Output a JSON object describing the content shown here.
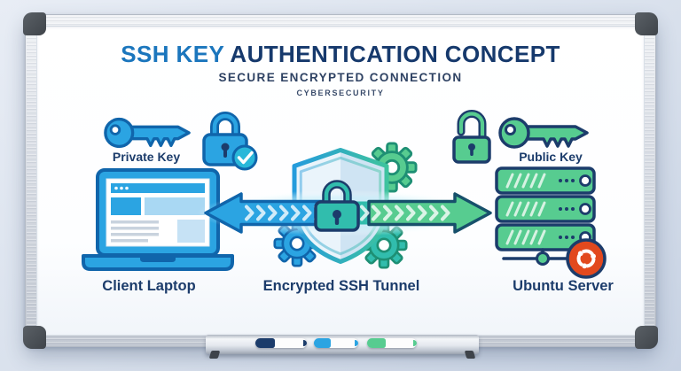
{
  "board": {
    "title_highlight": "SSH KEY",
    "title_rest": "AUTHENTICATION CONCEPT",
    "subtitle": "SECURE ENCRYPTED CONNECTION",
    "tagline": "CYBERSECURITY"
  },
  "client": {
    "key_label": "Private Key",
    "label": "Client Laptop"
  },
  "tunnel": {
    "label": "Encrypted SSH Tunnel"
  },
  "server": {
    "key_label": "Public Key",
    "label": "Ubuntu Server"
  },
  "icons": {
    "private_key": "key-icon",
    "verified_lock": "padlock-check-icon",
    "client_laptop": "laptop-icon",
    "shield": "shield-icon",
    "tunnel_lock": "padlock-icon",
    "gears": [
      "gear-icon",
      "gear-icon",
      "gear-icon"
    ],
    "tunnel_left_arrow": "arrow-left-icon",
    "tunnel_right_arrow": "arrow-right-icon",
    "open_lock": "unlocked-padlock-icon",
    "public_key": "key-icon",
    "server_stack": "server-rack-icon",
    "ubuntu": "ubuntu-logo-icon"
  },
  "tray": {
    "markers": [
      {
        "name": "marker-navy",
        "color": "#1c3c6b"
      },
      {
        "name": "marker-blue",
        "color": "#2ba4e2"
      },
      {
        "name": "marker-green",
        "color": "#57cc90"
      }
    ]
  },
  "colors": {
    "titleBlue": "#1b76bd",
    "titleNavy": "#16396c",
    "navy": "#1c3c6b",
    "blue": "#2ba4e2",
    "blueDark": "#1065ab",
    "lightBlue": "#a9d8f3",
    "paleBlue": "#c6e2f5",
    "teal": "#31bdad",
    "cyan": "#29b7d9",
    "green": "#57cc90",
    "greenDark": "#1e8f74",
    "tealDark": "#17506b",
    "orange": "#e2491e",
    "lineGray": "#c9d3de"
  }
}
